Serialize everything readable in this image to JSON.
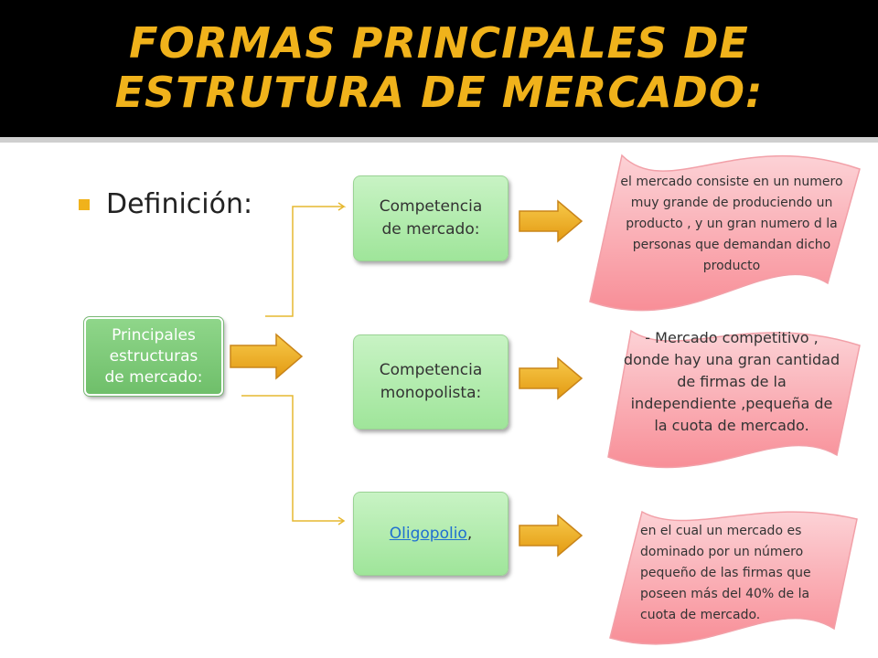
{
  "title": {
    "line1": "FORMAS PRINCIPALES DE",
    "line2": "ESTRUTURA DE MERCADO:"
  },
  "bullet": {
    "label": "Definición:"
  },
  "main_box": {
    "label": "Principales\nestructuras\nde mercado:"
  },
  "branches": [
    {
      "label": "Competencia\nde mercado:",
      "description": "el mercado consiste en un numero muy grande de produciendo un producto , y un gran numero d la personas que demandan dicho producto"
    },
    {
      "label": "Competencia\nmonopolista:",
      "description": "- Mercado competitivo , donde hay una gran cantidad de firmas de la independiente ,pequeña de la cuota de mercado."
    },
    {
      "link": "Oligopolio",
      "suffix": ",",
      "description": "en el cual un mercado es dominado por un número pequeño de las firmas que poseen más del 40% de la cuota de mercado."
    }
  ],
  "colors": {
    "title_text": "#f0b21b",
    "title_bar": "#000000",
    "box_green": "#9fe59a",
    "arrow_orange": "#f0b21b",
    "ribbon_pink": "#fb8f96",
    "connector": "#e6b830"
  }
}
